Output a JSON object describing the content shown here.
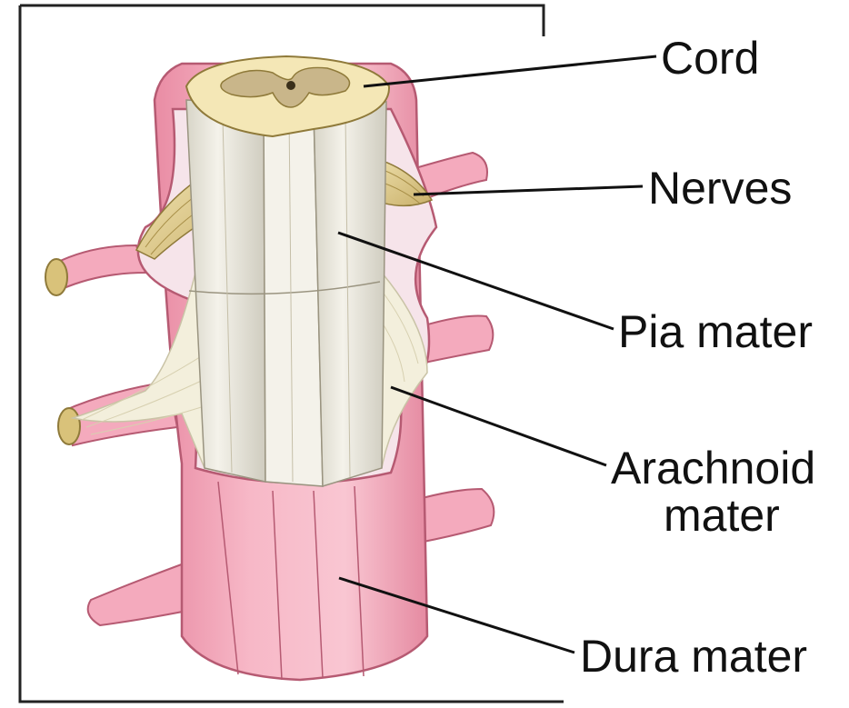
{
  "labels": {
    "cord": "Cord",
    "nerves": "Nerves",
    "pia_mater": "Pia mater",
    "arachnoid_line1": "Arachnoid",
    "arachnoid_line2": "mater",
    "dura_mater": "Dura mater"
  },
  "colors": {
    "dura": "#f7b8c7",
    "dura_shade": "#e98ca4",
    "dura_outline": "#b65a72",
    "white_matter": "#f0eee4",
    "white_matter_shade": "#d7d4c6",
    "gray_matter": "#c9b68a",
    "cord_top": "#f4e7b6",
    "nerve": "#ead99a",
    "nerve_shade": "#c9b06a",
    "arachnoid_web": "#f3efdc",
    "frame": "#222222",
    "leader": "#111111"
  }
}
